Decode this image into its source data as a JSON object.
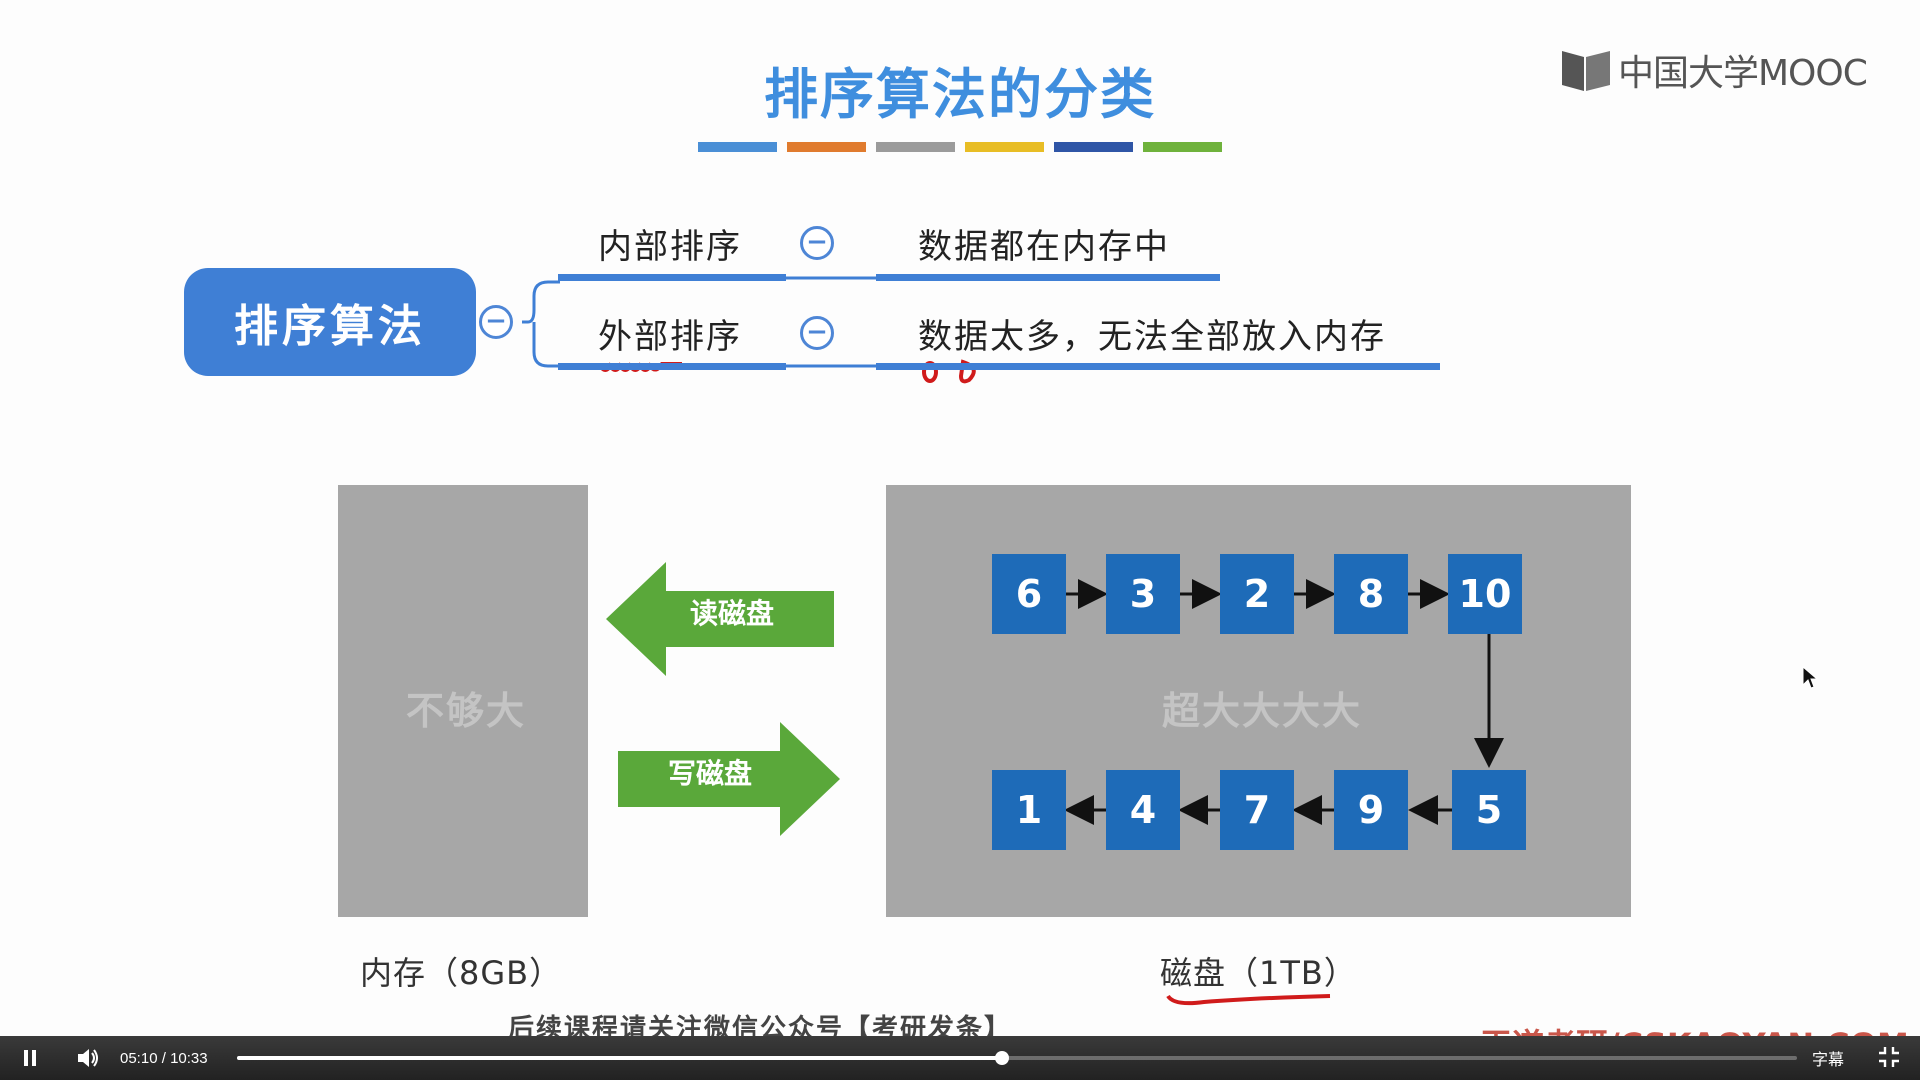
{
  "slide": {
    "title": "排序算法的分类",
    "title_bar_colors": [
      "#4a8fd6",
      "#e07b2e",
      "#9b9b9b",
      "#e8bd25",
      "#2f55a6",
      "#6fb23c"
    ],
    "logo_text": "中国大学MOOC",
    "root_label": "排序算法",
    "collapse_symbol": "−",
    "branches": [
      {
        "label": "内部排序",
        "desc": "数据都在内存中"
      },
      {
        "label": "外部排序",
        "desc": "数据太多，无法全部放入内存"
      }
    ],
    "memory_panel_text": "不够大",
    "disk_panel_text": "超大大大大",
    "read_arrow_label": "读磁盘",
    "write_arrow_label": "写磁盘",
    "top_row_numbers": [
      "6",
      "3",
      "2",
      "8",
      "10"
    ],
    "bottom_row_numbers": [
      "1",
      "4",
      "7",
      "9",
      "5"
    ],
    "memory_caption": "内存（8GB）",
    "disk_caption": "磁盘（1TB）",
    "watermark_bottom": "后续课程请关注微信公众号【考研发条】",
    "watermark_right": "王道考研/CSKAOYAN.COM",
    "colors": {
      "accent_blue": "#3f7fd5",
      "number_box": "#1e6bb8",
      "arrow_green": "#5aa83a",
      "panel_gray": "#a7a7a7",
      "annotation_red": "#d01b1b"
    }
  },
  "player": {
    "current_time": "05:10",
    "separator": "/",
    "duration": "10:33",
    "progress": 0.4906,
    "subtitle_label": "字幕",
    "play_icon": "pause-icon",
    "volume_icon": "volume-icon",
    "fullscreen_icon": "exit-fullscreen-icon"
  }
}
